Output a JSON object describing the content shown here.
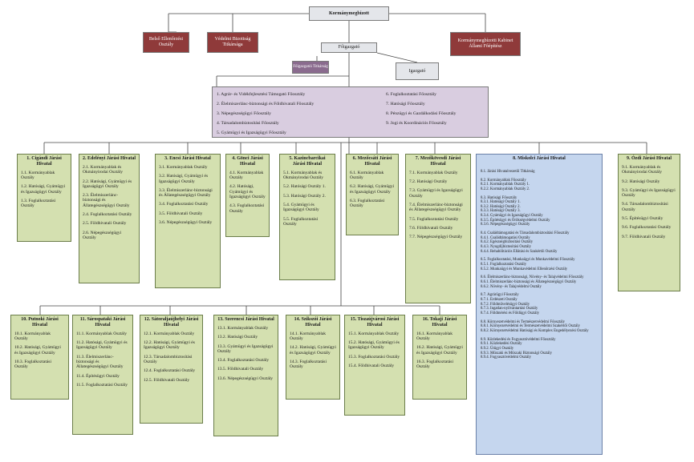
{
  "top": {
    "kormanymegbizott": "Kormánymegbízott",
    "belso": "Belső Ellenőrzési Osztály",
    "vedelmi": "Védelmi Bizottság Titkársága",
    "kabinet": "Kormánymegbízotti Kabinet Állami Főépítész",
    "foigazgato": "Főigazgató",
    "foig_titkarsag": "Főigazgatói Titkárság",
    "igazgato": "Igazgató"
  },
  "foosztalyok_left": [
    "1. Agrár- és Vidékfejlesztési Támogató Főosztály",
    "2. Élelmiszerlánc-biztonsági és Földhivatali Főosztály",
    "3. Népegészségügyi Főosztály",
    "4. Társadalombiztosítási Főosztály",
    "5. Gyámügyi és Igazságügyi Főosztály"
  ],
  "foosztalyok_right": [
    "6. Foglalkoztatási Főosztály",
    "7. Hatósági Főosztály",
    "8. Pénzügyi és Gazdálkodási Főosztály",
    "9. Jogi és Koordinációs Főosztály"
  ],
  "row1": [
    {
      "title": "1. Cigándi Járási Hivatal",
      "items": [
        "1.1. Kormányablak Osztály",
        "1.2. Hatósági, Gyámügyi és Igazságügyi Osztály",
        "1.3. Foglalkoztatási Osztály"
      ]
    },
    {
      "title": "2. Edelényi Járási Hivatal",
      "items": [
        "2.1. Kormányablak és Okmányirodai Osztály",
        "2.2. Hatósági, Gyámügyi és Igazságügyi Osztály",
        "2.3. Élelmiszerlánc-biztonsági és Állategészségügyi Osztály",
        "2.4. Foglalkoztatási Osztály",
        "2.5. Földhivatali Osztály",
        "2.6. Népegészségügyi Osztály"
      ]
    },
    {
      "title": "3. Encsi Járási Hivatal",
      "items": [
        "3.1. Kormányablak Osztály",
        "3.2. Hatósági, Gyámügyi és Igazságügyi Osztály",
        "3.3. Élelmiszerlánc-biztonsági és Állategészségügyi Osztály",
        "3.4. Foglalkoztatási Osztály",
        "3.5. Földhivatali Osztály",
        "3.6. Népegészségügyi Osztály"
      ]
    },
    {
      "title": "4. Gönci Járási Hivatal",
      "items": [
        "4.1. Kormányablak Osztály",
        "4.2. Hatósági, Gyámügyi és Igazságügyi Osztály",
        "4.3. Foglalkoztatási Osztály"
      ]
    },
    {
      "title": "5. Kazincbarcikai Járási Hivatal",
      "items": [
        "5.1. Kormányablak és Okmányirodai Osztály",
        "5.2. Hatósági Osztály 1.",
        "5.3. Hatósági Osztály 2.",
        "5.4. Gyámügyi és Igazságügyi Osztály",
        "5.5. Foglalkoztatási Osztály"
      ]
    },
    {
      "title": "6. Mezőcsáti Járási Hivatal",
      "items": [
        "6.1. Kormányablak Osztály",
        "6.2. Hatósági, Gyámügyi és Igazságügyi Osztály",
        "6.3. Foglalkoztatási Osztály"
      ]
    },
    {
      "title": "7. Mezőkövesdi Járási Hivatal",
      "items": [
        "7.1. Kormányablak Osztály",
        "7.2. Hatósági Osztály",
        "7.3. Gyámügyi és Igazságügyi Osztály",
        "7.4. Élelmiszerlánc-biztonsági és Állategészségügyi Osztály",
        "7.5. Foglalkoztatási Osztály",
        "7.6. Földhivatali Osztály",
        "7.7. Népegészségügyi Osztály"
      ]
    }
  ],
  "row2": [
    {
      "title": "10. Putnoki Járási Hivatal",
      "items": [
        "10.1. Kormányablak Osztály",
        "10.2. Hatósági, Gyámügyi és Igazságügyi Osztály",
        "10.3. Foglalkoztatási Osztály"
      ]
    },
    {
      "title": "11. Sárospataki Járási Hivatal",
      "items": [
        "11.1. Kormányablak Osztály",
        "11.2. Hatósági, Gyámügyi és Igazságügyi Osztály",
        "11.3. Élelmiszerlánc-biztonsági és Állategészségügyi Osztály",
        "11.4. Építésügyi Osztály",
        "11.5. Foglalkoztatási Osztály"
      ]
    },
    {
      "title": "12. Sátoraljaújhelyi Járási Hivatal",
      "items": [
        "12.1. Kormányablak Osztály",
        "12.2. Hatósági, Gyámügyi és Igazságügyi Osztály",
        "12.3. Társadalombiztosítási Osztály",
        "12.4. Foglalkoztatási Osztály",
        "12.5. Földhivatali Osztály"
      ]
    },
    {
      "title": "13. Szerencsi Járási Hivatal",
      "items": [
        "13.1. Kormányablak Osztály",
        "13.2. Hatósági Osztály",
        "13.3. Gyámügyi és Igazságügyi Osztály",
        "13.4. Foglalkoztatási Osztály",
        "13.5. Földhivatali Osztály",
        "13.6. Népegészségügyi Osztály"
      ]
    },
    {
      "title": "14. Szikszói Járási Hivatal",
      "items": [
        "14.1. Kormányablak Osztály",
        "14.2. Hatósági, Gyámügyi és Igazságügyi Osztály",
        "14.3. Foglalkoztatási Osztály"
      ]
    },
    {
      "title": "15. Tiszaújvárosi Járási Hivatal",
      "items": [
        "15.1. Kormányablak Osztály",
        "15.2. Hatósági, Gyámügyi és Igazságügyi Osztály",
        "15.3. Foglalkoztatási Osztály",
        "15.4. Földhivatali Osztály"
      ]
    },
    {
      "title": "16. Tokaji Járási Hivatal",
      "items": [
        "16.1. Kormányablak Osztály",
        "16.2. Hatósági, Gyámügyi és Igazságügyi Osztály",
        "16.3. Foglalkoztatási Osztály"
      ]
    }
  ],
  "miskolc": {
    "title": "8. Miskolci Járási Hivatal",
    "groups": [
      [
        "8.1. Járási Hivatalvezetői Titkárság"
      ],
      [
        "8.2. Kormányablak Főosztály",
        "8.2.1. Kormányablak Osztály 1.",
        "8.2.2. Kormányablak Osztály 2."
      ],
      [
        "8.3. Hatósági Főosztály",
        "8.3.1. Hatósági Osztály 1.",
        "8.3.2. Hatósági Osztály 2.",
        "8.3.3. Hatósági Osztály 3.",
        "8.3.4. Gyámügyi és Igazságügyi Osztály",
        "8.3.5. Építésügyi és Örökségvédelmi Osztály",
        "8.3.6. Népegészségügyi Osztály"
      ],
      [
        "8.4. Családtámogatási és Társadalombiztosítási Főosztály",
        "8.4.1. Családtámogatási Osztály",
        "8.4.2. Egészségbiztosítási Osztály",
        "8.4.3. Nyugdíjbiztosítási Osztály",
        "8.4.4. Rehabilitációs Ellátási és Szakértői Osztály"
      ],
      [
        "8.5. Foglalkoztatási, Munkaügyi és Munkavédelmi Főosztály",
        "8.5.1. Foglalkoztatási Osztály",
        "8.5.2. Munkaügyi és Munkavédelmi Ellenőrzési Osztály"
      ],
      [
        "8.6. Élelmiszerlánc-biztonsági, Növény- és Talajvédelmi Főosztály",
        "8.6.1. Élelmiszerlánc-biztonsági és Állategészségügyi Osztály",
        "8.6.2. Növény- és Talajvédelmi Osztály"
      ],
      [
        "8.7. Agrárügyi Főosztály",
        "8.7.1. Erdészeti Osztály",
        "8.7.2. Földművelésügyi Osztály",
        "8.7.3. Ingatlan-nyilvántartási Osztály",
        "8.7.4. Földmérési és Földügyi Osztály"
      ],
      [
        "8.8. Környezetvédelmi és Természetvédelmi Főosztály",
        "8.8.1. Környezetvédelmi és Természetvédelmi Szakértői Osztály",
        "8.8.2. Környezetvédelmi Hatósági és Komplex Engedélyezési Osztály"
      ],
      [
        "8.9. Közlekedési és Fogyasztóvédelmi Főosztály",
        "8.9.1. Közlekedési Osztály",
        "8.9.2. Útügyi Osztály",
        "8.9.3. Műszaki és Műszaki Biztonsági Osztály",
        "8.9.4. Fogyasztóvédelmi Osztály"
      ]
    ]
  },
  "ozd": {
    "title": "9. Ózdi Járási Hivatal",
    "items": [
      "9.1. Kormányablak és Okmányirodai Osztály",
      "9.2. Hatósági Osztály",
      "9.3. Gyámügyi és Igazságügyi Osztály",
      "9.4. Társadalombiztosítási Osztály",
      "9.5. Építésügyi Osztály",
      "9.6. Foglalkoztatási Osztály",
      "9.7. Földhivatali Osztály"
    ]
  }
}
